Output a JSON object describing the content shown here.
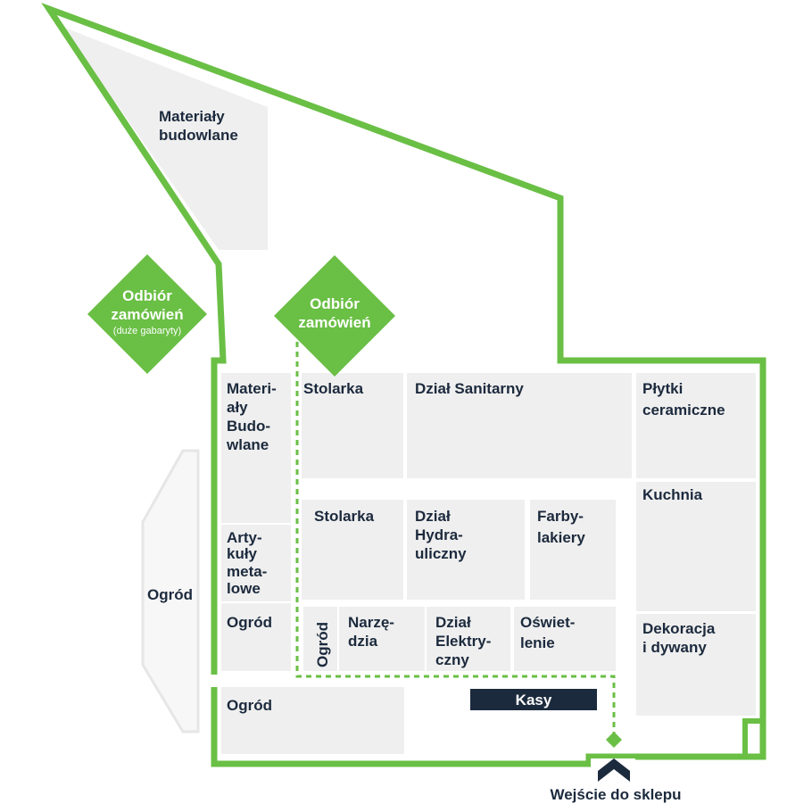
{
  "colors": {
    "wall": "#6abf45",
    "zone": "#efefef",
    "text": "#1c2a3d",
    "pickup_fill": "#6abf45",
    "checkout_fill": "#1c2a3d"
  },
  "zones": {
    "materialy_budowlane_outer": [
      "Materiały",
      "budowlane"
    ],
    "materialy_budowlane_inner": [
      "Materi-",
      "ały",
      "Budo-",
      "wlane"
    ],
    "stolarka_top": [
      "Stolarka"
    ],
    "dzial_sanitarny": [
      "Dział Sanitarny"
    ],
    "plytki": [
      "Płytki",
      "ceramiczne"
    ],
    "kuchnia": [
      "Kuchnia"
    ],
    "stolarka_mid": [
      "Stolarka"
    ],
    "dzial_hydrauliczny": [
      "Dział",
      "Hydra-",
      "uliczny"
    ],
    "farby": [
      "Farby-",
      "lakiery"
    ],
    "artykuly_metalowe": [
      "Arty-",
      "kuły",
      "meta-",
      "lowe"
    ],
    "ogrod_outside": [
      "Ogród"
    ],
    "ogrod_inner": [
      "Ogród"
    ],
    "ogrod_vertical": [
      "Ogród"
    ],
    "narzedzia": [
      "Narzę-",
      "dzia"
    ],
    "dzial_elektryczny": [
      "Dział",
      "Elektry-",
      "czny"
    ],
    "oswietlenie": [
      "Oświet-",
      "lenie"
    ],
    "dekoracja": [
      "Dekoracja",
      "i dywany"
    ],
    "ogrod_bottom": [
      "Ogród"
    ]
  },
  "pickup_points": {
    "outside": {
      "lines": [
        "Odbiór",
        "zamówień"
      ],
      "note": "(duże gabaryty)"
    },
    "inside": {
      "lines": [
        "Odbiór",
        "zamówień"
      ]
    }
  },
  "checkout": {
    "label": "Kasy"
  },
  "entrance": {
    "label": "Wejście do sklepu"
  },
  "icons": {
    "entrance_marker": "green-diamond-icon",
    "entrance_arrow": "chevron-up-icon"
  }
}
